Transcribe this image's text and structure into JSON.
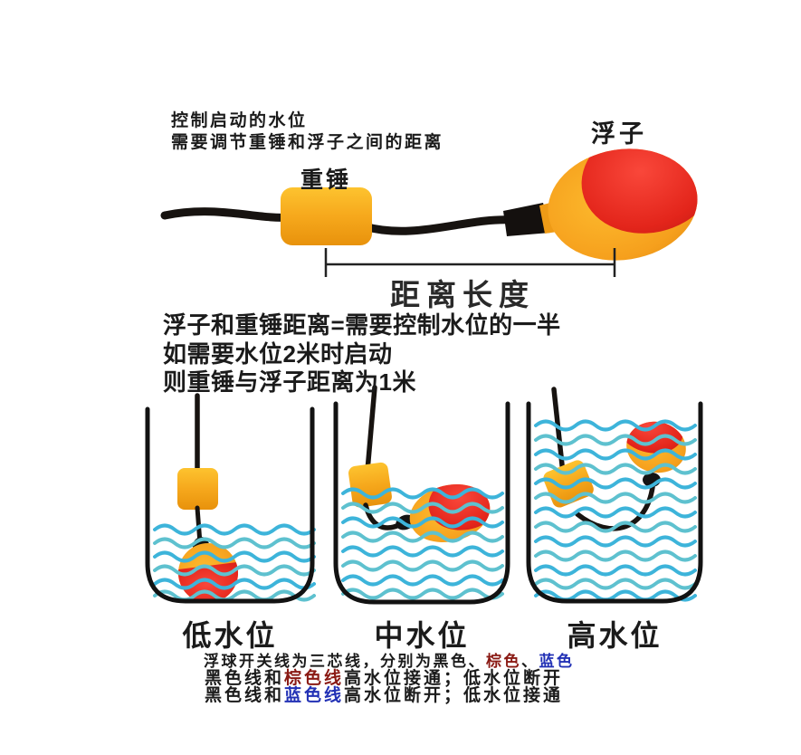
{
  "top_diagram": {
    "note_line1": "控制启动的水位",
    "note_line2": "需要调节重锤和浮子之间的距离",
    "weight_label": "重锤",
    "float_label": "浮子",
    "distance_label": "距离长度"
  },
  "explanation": {
    "line1": "浮子和重锤距离=需要控制水位的一半",
    "line2": "如需要水位2米时启动",
    "line3": "则重锤与浮子距离为1米"
  },
  "tanks": [
    {
      "label": "低水位"
    },
    {
      "label": "中水位"
    },
    {
      "label": "高水位"
    }
  ],
  "wiring_notes": {
    "line1": {
      "a": "浮球开关线为三芯线，分别为黑色、",
      "brown": "棕色",
      "b": "、",
      "blue": "蓝色"
    },
    "line2": {
      "a": "黑色线和",
      "brown": "棕色线",
      "b": "高水位接通；低水位断开"
    },
    "line3": {
      "a": "黑色线和",
      "blue": "蓝色线",
      "b": "高水位断开；低水位接通"
    }
  },
  "colors": {
    "brown_text": "#8a1a14",
    "blue_text": "#2231b5",
    "cable_black": "#171310",
    "weight_yellow": "#f6a81c",
    "float_yellow": "#f6a01d",
    "float_red": "#e3251b",
    "water_cyan": "#3db4da"
  }
}
